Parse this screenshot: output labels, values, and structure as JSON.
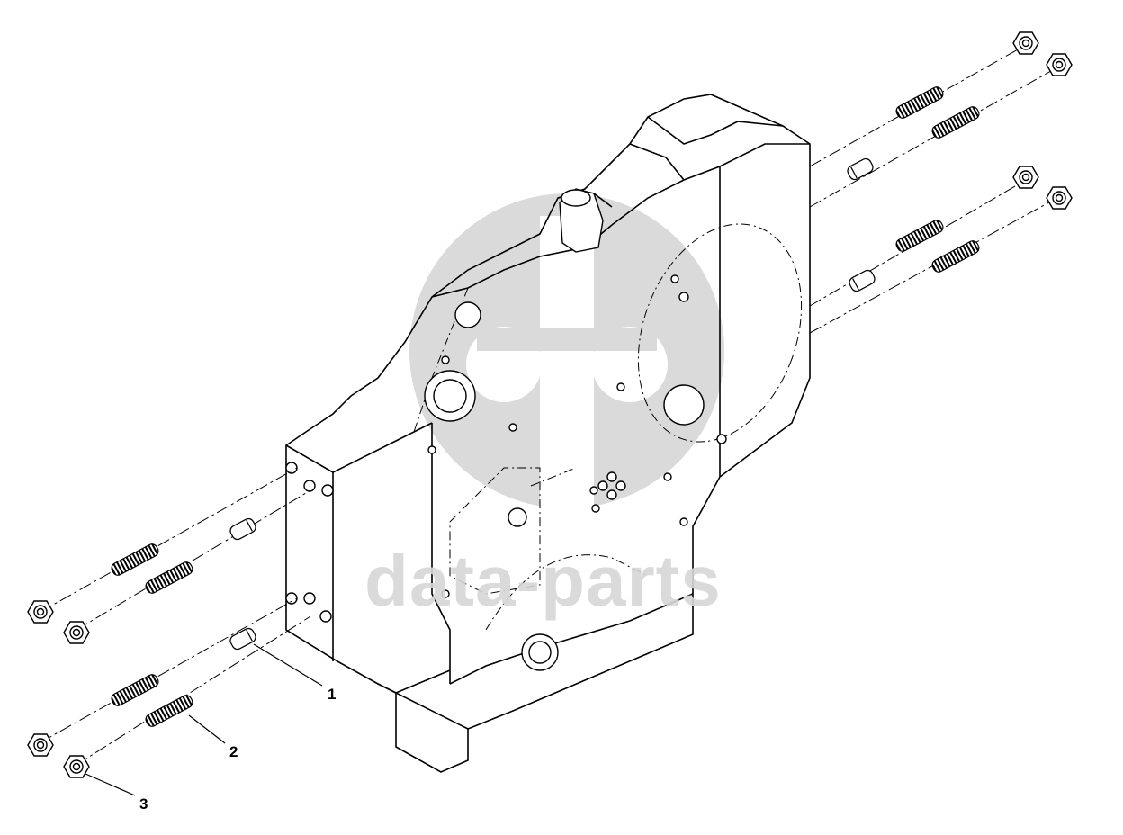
{
  "watermark": {
    "text": "data-parts",
    "color": "#d6d6d6"
  },
  "callouts": [
    {
      "label": "1"
    },
    {
      "label": "2"
    },
    {
      "label": "3"
    }
  ],
  "colors": {
    "line": "#000000",
    "background": "#ffffff",
    "watermark": "#d6d6d6"
  }
}
